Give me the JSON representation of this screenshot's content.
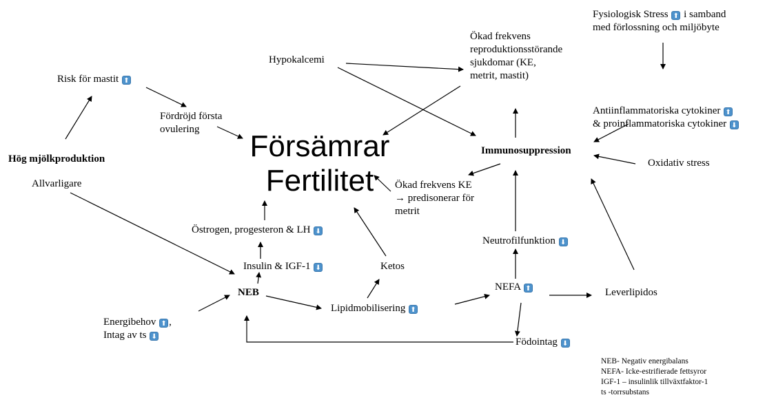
{
  "nodes": {
    "risk_mastit": "Risk för mastit",
    "hypokalcemi": "Hypokalcemi",
    "okad_frekvens_l1": "Ökad frekvens",
    "okad_frekvens_l2": "reproduktionsstörande",
    "okad_frekvens_l3": "sjukdomar (KE,",
    "okad_frekvens_l4": "metrit, mastit)",
    "fysiologisk_l1": "Fysiologisk Stress",
    "fysiologisk_l1b": "i samband",
    "fysiologisk_l2": "med förlossning och miljöbyte",
    "fordrojd_l1": "Fördröjd första",
    "fordrojd_l2": "ovulering",
    "antiinfl_l1": "Antiinflammatoriska cytokiner",
    "antiinfl_l2a": "& proinflammatoriska cytokiner",
    "forsamrar_l1": "Försämrar",
    "forsamrar_l2": "Fertilitet",
    "hog_mjolk": "Hög mjölkproduktion",
    "allvarligare": "Allvarligare",
    "immuno": "Immunosuppression",
    "oxidativ": "Oxidativ stress",
    "okad_ke_l1": "Ökad frekvens KE",
    "okad_ke_l2": "→ predisonerar för",
    "okad_ke_l3": "metrit",
    "ostrogen": "Östrogen, progesteron & LH",
    "neutrofil": "Neutrofilfunktion",
    "insulin": "Insulin & IGF-1",
    "ketos": "Ketos",
    "neb": "NEB",
    "nefa": "NEFA",
    "leverlipidos": "Leverlipidos",
    "lipid": "Lipidmobilisering",
    "energi_l1": "Energibehov",
    "energi_l2": "Intag av ts",
    "fodointag": "Födointag"
  },
  "legend": [
    "NEB- Negativ energibalans",
    "NEFA- Icke-estrifierade fettsyror",
    "IGF-1 – insulinlik tillväxtfaktor-1",
    "ts -torrsubstans"
  ],
  "icons": {
    "up": "arrow-up-icon",
    "down": "arrow-down-icon",
    "color": "#4d92cc"
  }
}
